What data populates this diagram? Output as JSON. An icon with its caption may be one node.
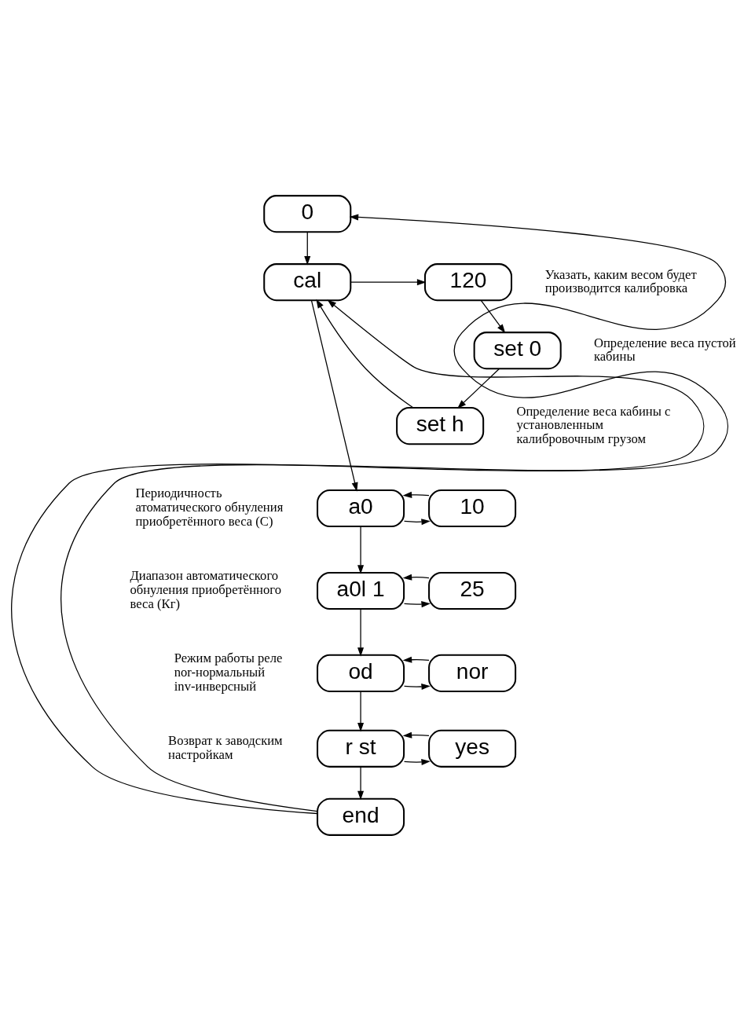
{
  "diagram": {
    "nodes": [
      {
        "text": [
          "0"
        ]
      },
      {
        "text": [
          "cal"
        ]
      },
      {
        "text": [
          "120"
        ],
        "beside": [
          "Указать, каким весом будет производится калибровка"
        ]
      },
      {
        "text": [
          "set 0"
        ],
        "beside": [
          "Определение веса пустой кабины"
        ]
      },
      {
        "text": [
          "set h"
        ],
        "beside": [
          "Определение веса кабины с установленным калибровочным грузом"
        ]
      },
      {
        "text": [
          "a0"
        ],
        "beside": [
          "Периодичность атоматического обнуления приобретённого веса (С)"
        ]
      },
      {
        "text": [
          "10"
        ]
      },
      {
        "text": [
          "a0l 1"
        ],
        "beside": [
          "Диапазон автоматического обнуления приобретённого веса (Кг)"
        ]
      },
      {
        "text": [
          "25"
        ]
      },
      {
        "text": [
          "od"
        ],
        "beside": [
          "Режим работы реле nor-нормальный inv-инверсный"
        ]
      },
      {
        "text": [
          "nor"
        ]
      },
      {
        "text": [
          "r st"
        ],
        "beside": [
          "Возврат к заводским настройкам"
        ]
      },
      {
        "text": [
          "yes"
        ]
      },
      {
        "text": [
          "end"
        ]
      }
    ],
    "edges": [
      {
        "from": 0,
        "to": 1,
        "arrow": "to"
      },
      {
        "from": 1,
        "to": 2,
        "arrow": "to"
      },
      {
        "from": 2,
        "to": 3,
        "arrow": "to"
      },
      {
        "from": 3,
        "to": 4,
        "arrow": "to"
      },
      {
        "from": 4,
        "to": 1,
        "arrow": "to"
      },
      {
        "from": 1,
        "to": 5,
        "arrow": "to"
      },
      {
        "from": 5,
        "to": 6,
        "arrow": "to"
      },
      {
        "from": 6,
        "to": 5,
        "arrow": "to"
      },
      {
        "from": 5,
        "to": 7,
        "arrow": "to"
      },
      {
        "from": 7,
        "to": 8,
        "arrow": "to"
      },
      {
        "from": 8,
        "to": 7,
        "arrow": "to"
      },
      {
        "from": 7,
        "to": 9,
        "arrow": "to"
      },
      {
        "from": 9,
        "to": 10,
        "arrow": "to"
      },
      {
        "from": 10,
        "to": 9,
        "arrow": "to"
      },
      {
        "from": 9,
        "to": 11,
        "arrow": "to"
      },
      {
        "from": 11,
        "to": 12,
        "arrow": "to"
      },
      {
        "from": 12,
        "to": 11,
        "arrow": "to"
      },
      {
        "from": 11,
        "to": 13,
        "arrow": "to"
      },
      {
        "from": 13,
        "to": 0,
        "arrow": "to"
      },
      {
        "from": 13,
        "to": 1,
        "arrow": "to"
      }
    ]
  }
}
